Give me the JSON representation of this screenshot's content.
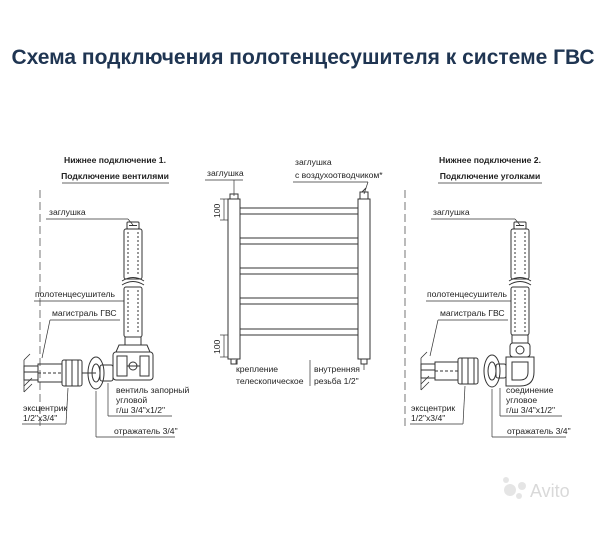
{
  "title": "Схема подключения полотенцесушителя к системе ГВС",
  "left": {
    "header1": "Нижнее подключение 1.",
    "header2": "Подключение вентилями",
    "label_cap": "заглушка",
    "label_dryer": "полотенцесушитель",
    "label_main": "магистраль ГВС",
    "label_ecc1": "эксцентрик",
    "label_ecc2": "1/2\"x3/4\"",
    "label_valve1": "вентиль запорный",
    "label_valve2": "угловой",
    "label_valve3": "г/ш 3/4\"x1/2\"",
    "label_reflector": "отражатель 3/4\""
  },
  "center": {
    "label_cap": "заглушка",
    "label_cap_air1": "заглушка",
    "label_cap_air2": "с воздухоотводчиком*",
    "dim_top": "100",
    "dim_bottom": "100",
    "label_mount1": "крепление",
    "label_mount2": "телескопическое",
    "label_thread1": "внутренняя",
    "label_thread2": "резьба 1/2\""
  },
  "right": {
    "header1": "Нижнее подключение 2.",
    "header2": "Подключение уголками",
    "label_cap": "заглушка",
    "label_dryer": "полотенцесушитель",
    "label_main": "магистраль ГВС",
    "label_ecc1": "эксцентрик",
    "label_ecc2": "1/2\"x3/4\"",
    "label_conn1": "соединение",
    "label_conn2": "угловое",
    "label_conn3": "г/ш 3/4\"x1/2\"",
    "label_reflector": "отражатель 3/4\""
  },
  "watermark": "Avito",
  "colors": {
    "title": "#1f3552",
    "line": "#333333"
  }
}
